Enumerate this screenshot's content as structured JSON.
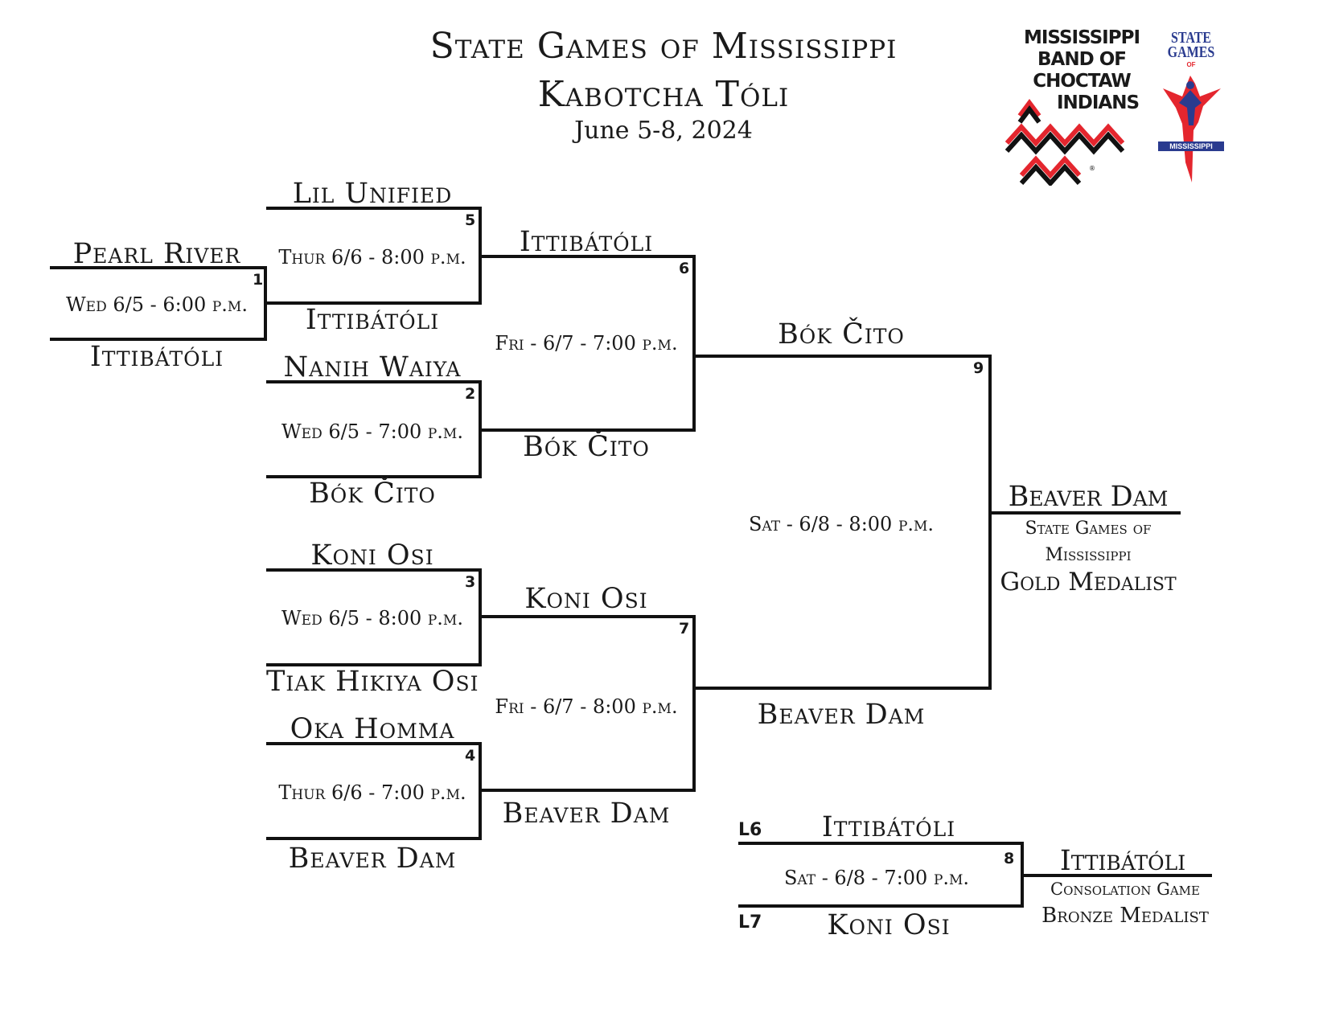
{
  "header": {
    "title_line1": "State Games of Mississippi",
    "title_line2": "Kabotcha Tóli",
    "dates": "June 5-8, 2024"
  },
  "logos": {
    "choctaw_lines": [
      "MISSISSIPPI",
      "BAND OF",
      "CHOCTAW",
      "INDIANS"
    ],
    "choctaw_mark": "®",
    "state_games_top": [
      "STATE",
      "GAMES"
    ],
    "state_games_of": "OF",
    "state_games_banner": "MISSISSIPPI",
    "colors": {
      "red": "#e4262e",
      "blue": "#2a3b8f",
      "black": "#111111"
    }
  },
  "games": {
    "g1": {
      "num": "1",
      "top": "Pearl River",
      "bottom": "Ittibátóli",
      "time": "Wed 6/5 - 6:00 p.m."
    },
    "g5": {
      "num": "5",
      "top": "Lil Unified",
      "bottom": "Ittibátóli",
      "time": "Thur 6/6 - 8:00 p.m."
    },
    "g2": {
      "num": "2",
      "top": "Nanih Waiya",
      "bottom": "Bók Čito",
      "time": "Wed 6/5 - 7:00 p.m."
    },
    "g3": {
      "num": "3",
      "top": "Koni Osi",
      "bottom": "Tiak Hikiya Osi",
      "time": "Wed 6/5 - 8:00 p.m."
    },
    "g4": {
      "num": "4",
      "top": "Oka Homma",
      "bottom": "Beaver Dam",
      "time": "Thur 6/6 - 7:00 p.m."
    },
    "g6": {
      "num": "6",
      "top": "Ittibátóli",
      "bottom": "Bók Čito",
      "time": "Fri - 6/7 - 7:00 p.m."
    },
    "g7": {
      "num": "7",
      "top": "Koni Osi",
      "bottom": "Beaver Dam",
      "time": "Fri - 6/7 - 8:00 p.m."
    },
    "g9": {
      "num": "9",
      "top": "Bók Čito",
      "bottom": "Beaver Dam",
      "time": "Sat - 6/8 - 8:00 p.m."
    },
    "g8": {
      "num": "8",
      "top": "Ittibátóli",
      "bottom": "Koni Osi",
      "time": "Sat - 6/8 - 7:00 p.m.",
      "top_seed": "L6",
      "bottom_seed": "L7"
    }
  },
  "gold": {
    "winner": "Beaver Dam",
    "line1": "State Games of",
    "line2": "Mississippi",
    "medal": "Gold Medalist"
  },
  "bronze": {
    "winner": "Ittibátóli",
    "line1": "Consolation Game",
    "medal": "Bronze Medalist"
  }
}
